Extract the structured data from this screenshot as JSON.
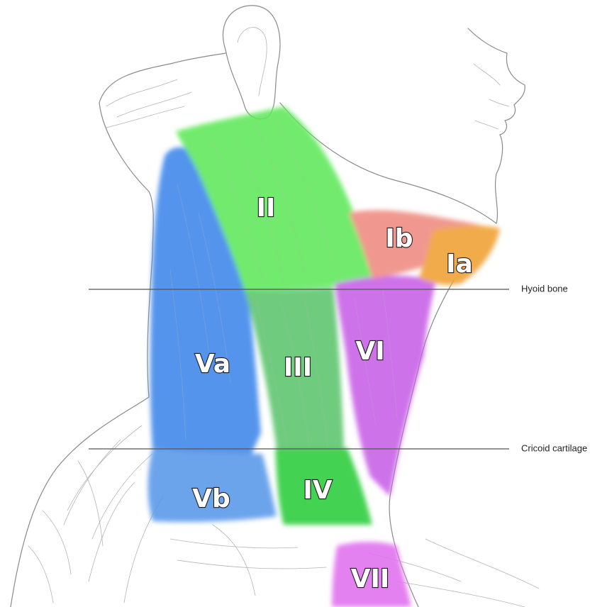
{
  "levels": {
    "Ia": {
      "label": "Ia",
      "color": "#f0a030"
    },
    "Ib": {
      "label": "Ib",
      "color": "#ee8a80"
    },
    "II": {
      "label": "II",
      "color": "#5ee85a"
    },
    "III": {
      "label": "III",
      "color": "#5cc46c"
    },
    "IV": {
      "label": "IV",
      "color": "#2ccc3a"
    },
    "Va": {
      "label": "Va",
      "color": "#3c86ea"
    },
    "Vb": {
      "label": "Vb",
      "color": "#5898ea"
    },
    "VI": {
      "label": "VI",
      "color": "#c85ee6"
    },
    "VII": {
      "label": "VII",
      "color": "#e070ee"
    }
  },
  "landmarks": {
    "hyoid": "Hyoid bone",
    "cricoid": "Cricoid cartilage"
  }
}
